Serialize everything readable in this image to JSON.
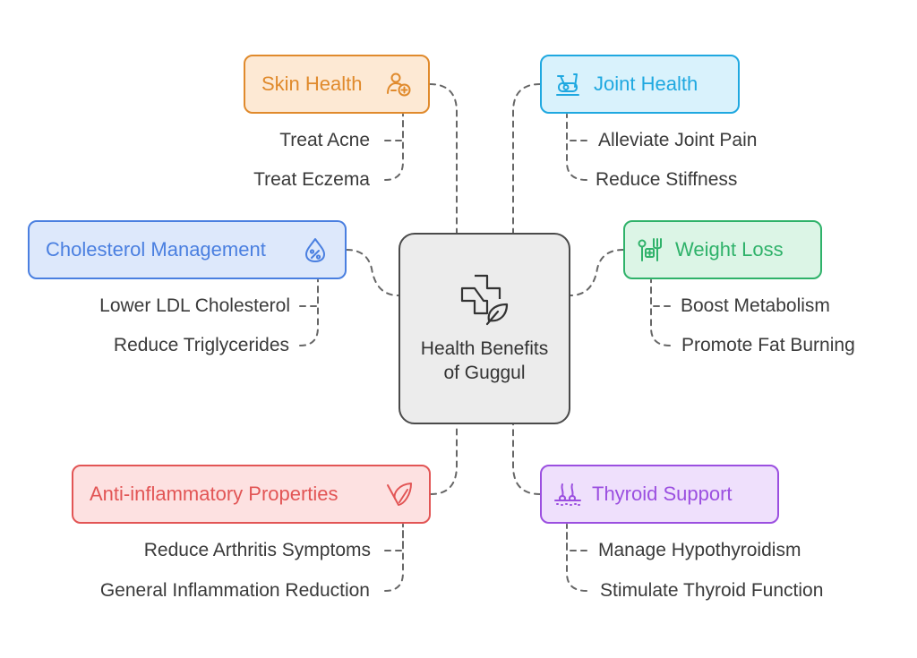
{
  "center": {
    "title": "Health Benefits of Guggul",
    "icon": "medical-cross-leaf-icon"
  },
  "branches": {
    "skin": {
      "title": "Skin Health",
      "icon": "person-plus-icon",
      "color": "#e08a2c",
      "bg": "#fde9d4",
      "items": [
        "Treat Acne",
        "Treat Eczema"
      ]
    },
    "joint": {
      "title": "Joint Health",
      "icon": "exercise-bike-icon",
      "color": "#1fa8e0",
      "bg": "#d9f2fc",
      "items": [
        "Alleviate Joint Pain",
        "Reduce Stiffness"
      ]
    },
    "cholesterol": {
      "title": "Cholesterol Management",
      "icon": "percent-drop-icon",
      "color": "#4a7fe0",
      "bg": "#dde8fb",
      "items": [
        "Lower LDL Cholesterol",
        "Reduce Triglycerides"
      ]
    },
    "weight": {
      "title": "Weight Loss",
      "icon": "fork-apple-icon",
      "color": "#2fb26a",
      "bg": "#dcf5e6",
      "items": [
        "Boost Metabolism",
        "Promote Fat Burning"
      ]
    },
    "inflammation": {
      "title": "Anti-inflammatory Properties",
      "icon": "leaf-icon",
      "color": "#e25555",
      "bg": "#fde1e1",
      "items": [
        "Reduce Arthritis Symptoms",
        "General Inflammation Reduction"
      ]
    },
    "thyroid": {
      "title": "Thyroid Support",
      "icon": "hair-follicle-icon",
      "color": "#9b4fe0",
      "bg": "#efe0fc",
      "items": [
        "Manage Hypothyroidism",
        "Stimulate Thyroid Function"
      ]
    }
  }
}
